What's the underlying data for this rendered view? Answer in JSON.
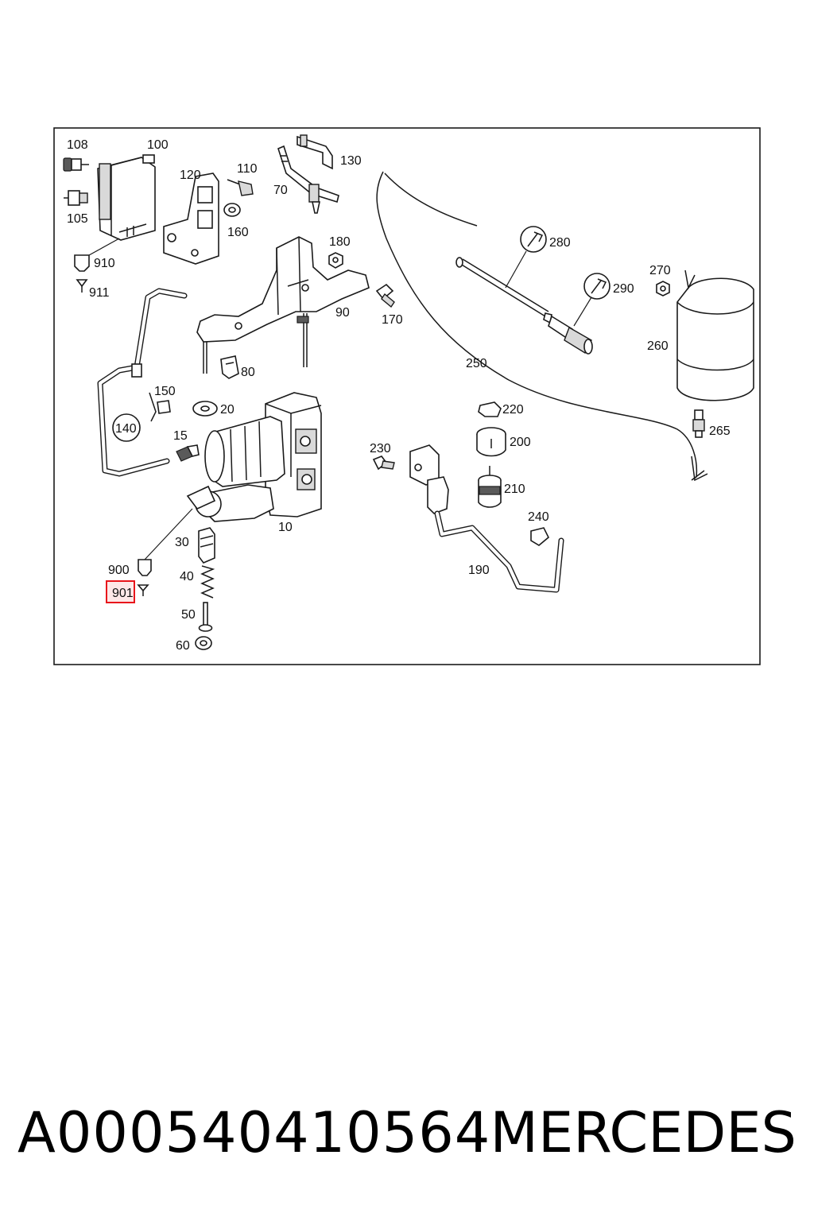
{
  "diagram": {
    "callouts": [
      "108",
      "100",
      "105",
      "120",
      "110",
      "130",
      "70",
      "160",
      "910",
      "911",
      "180",
      "90",
      "170",
      "150",
      "140",
      "80",
      "20",
      "15",
      "10",
      "30",
      "900",
      "901",
      "40",
      "50",
      "60",
      "280",
      "290",
      "270",
      "260",
      "250",
      "220",
      "200",
      "265",
      "230",
      "210",
      "240",
      "190"
    ],
    "highlighted_callout": "901",
    "highlight_color": "#e8151b",
    "highlight_fill": "#fde8e8"
  },
  "footer": {
    "part_number": "A000540410564",
    "brand": "MERCEDES"
  }
}
